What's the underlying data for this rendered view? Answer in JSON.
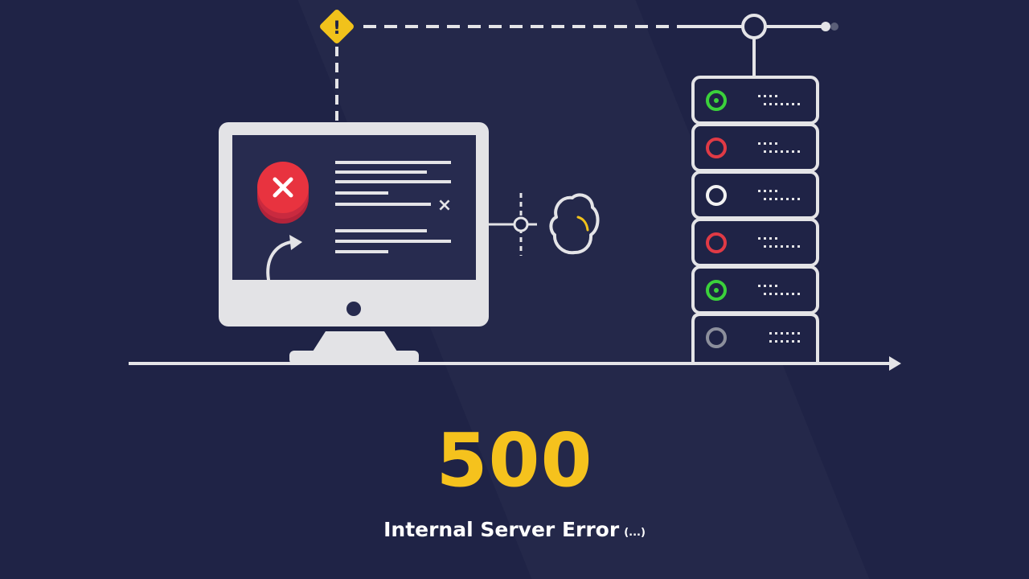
{
  "colors": {
    "background": "#1f2346",
    "line": "#e4e4e7",
    "monitor_body": "#e3e3e6",
    "screen": "#272b4f",
    "warning": "#f1c21b",
    "error_red": "#e8333f",
    "status_green": "#3bd13b",
    "status_red": "#e03a45",
    "status_white": "#f2f2f2",
    "status_gray": "#8c8f9c",
    "code_accent": "#f5c21d"
  },
  "icons": {
    "warning": "warning-icon",
    "error": "error-x-icon",
    "retry": "curved-arrow-icon",
    "close": "close-icon",
    "cloud": "cloud-icon",
    "connector": "connector-node-icon",
    "status_led": "status-led-icon"
  },
  "warning": {
    "symbol": "!"
  },
  "monitor": {
    "close_symbol": "×"
  },
  "server": {
    "units": [
      {
        "status": "ok",
        "color": "#3bd13b"
      },
      {
        "status": "error",
        "color": "#e03a45"
      },
      {
        "status": "idle",
        "color": "#f2f2f2"
      },
      {
        "status": "error",
        "color": "#e03a45"
      },
      {
        "status": "ok",
        "color": "#3bd13b"
      },
      {
        "status": "off",
        "color": "#8c8f9c"
      }
    ]
  },
  "error": {
    "code": "500",
    "message": "Internal Server Error",
    "suffix": "(...)"
  }
}
